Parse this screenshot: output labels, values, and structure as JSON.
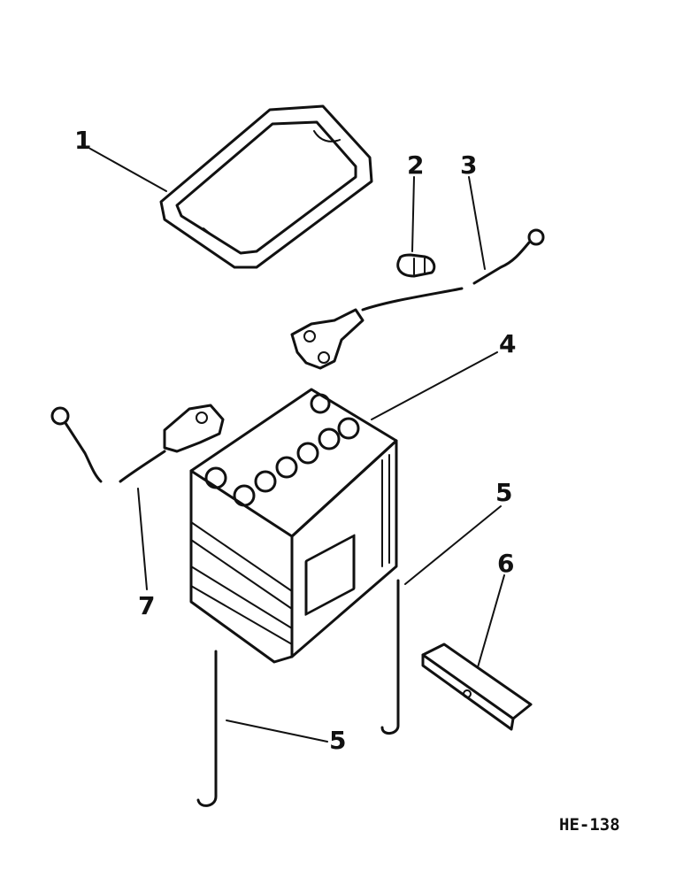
{
  "callouts": {
    "c1": "1",
    "c2": "2",
    "c3": "3",
    "c4": "4",
    "c5a": "5",
    "c5b": "5",
    "c6": "6",
    "c7": "7"
  },
  "figure_code": "HE-138",
  "parts": [
    {
      "callout": "1",
      "icon": "battery-cover-frame-icon"
    },
    {
      "callout": "2",
      "icon": "cable-clip-icon"
    },
    {
      "callout": "3",
      "icon": "ground-cable-icon"
    },
    {
      "callout": "4",
      "icon": "battery-icon"
    },
    {
      "callout": "5",
      "icon": "j-bolt-icon"
    },
    {
      "callout": "6",
      "icon": "hold-down-bracket-icon"
    },
    {
      "callout": "7",
      "icon": "positive-cable-icon"
    }
  ]
}
